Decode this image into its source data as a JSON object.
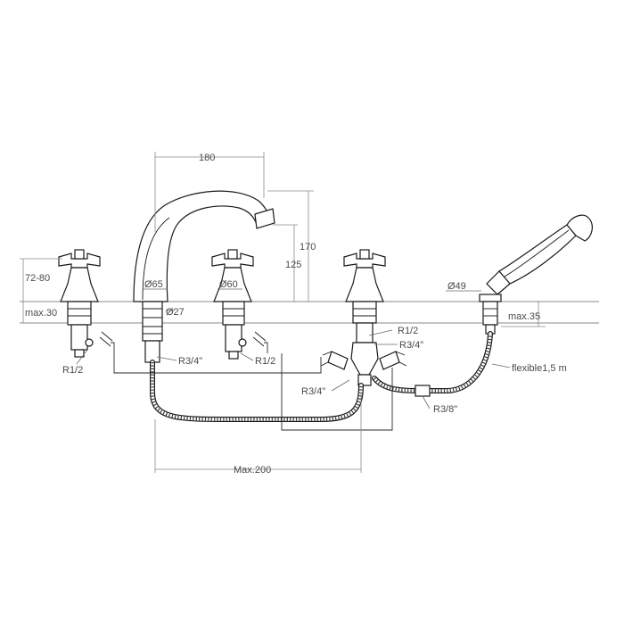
{
  "diagram": {
    "labels": {
      "spout_spacing": "180",
      "spout_height": "170",
      "spout_outlet_height": "125",
      "handle_height": "72-80",
      "max_deck_left": "max.30",
      "max_deck_right": "max.35",
      "spout_diameter": "Ø65",
      "handle_diameter": "Ø60",
      "shank_diameter": "Ø27",
      "handshower_diameter": "Ø49",
      "thread_r12_left": "R1/2",
      "thread_r34_spout": "R3/4\"",
      "thread_r12_mid": "R1/2",
      "thread_r12_diverter": "R1/2",
      "thread_r34_diverter": "R3/4\"",
      "thread_r34_lower": "R3/4\"",
      "thread_r38": "R3/8\"",
      "flexible": "flexible1,5 m",
      "max_spacing": "Max.200"
    }
  }
}
